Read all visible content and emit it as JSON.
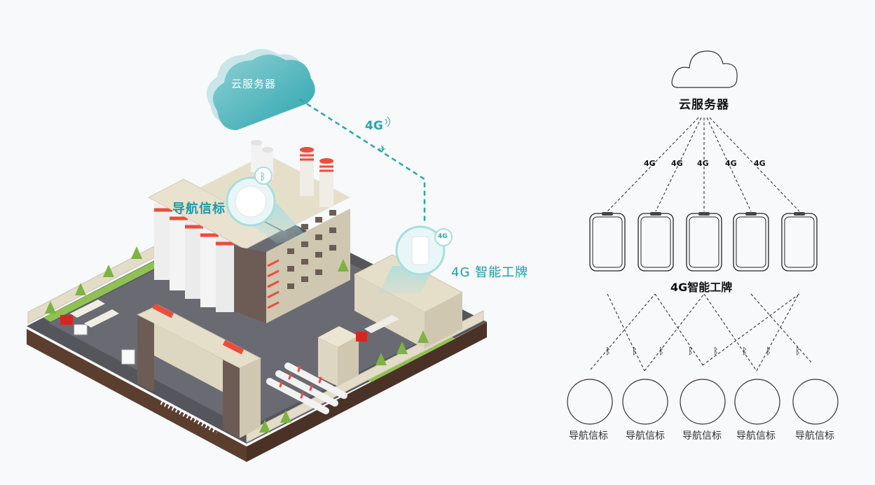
{
  "illustration": {
    "cloud_label": "云服务器",
    "link_label": "4G",
    "beacon_label": "导航信标",
    "beacon_icon": "bluetooth-icon",
    "badge_label": "4G 智能工牌",
    "badge_tag": "4G",
    "colors": {
      "teal": "#2aa5ad",
      "accent_red": "#ee4b3c",
      "building": "#e7e1cf",
      "ground": "#5a5a60",
      "grass": "#8fc253"
    }
  },
  "topology": {
    "cloud_label": "云服务器",
    "links": [
      "4G",
      "4G",
      "4G",
      "4G",
      "4G"
    ],
    "badges_label": "4G智能工牌",
    "badge_count": 5,
    "bluetooth_links": 8,
    "bluetooth_icon": "bluetooth-icon",
    "beacons": [
      "导航信标",
      "导航信标",
      "导航信标",
      "导航信标",
      "导航信标"
    ]
  }
}
